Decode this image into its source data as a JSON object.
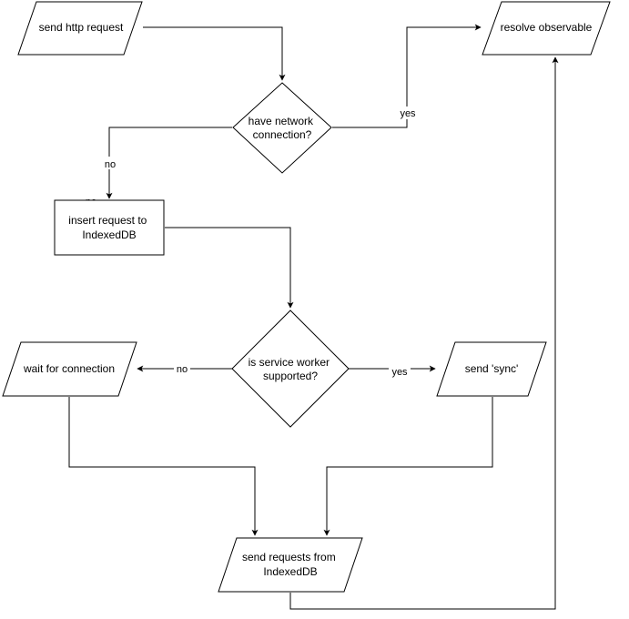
{
  "diagram": {
    "nodes": {
      "send_http_request": {
        "lines": [
          "send http request"
        ]
      },
      "resolve_observable": {
        "lines": [
          "resolve observable"
        ]
      },
      "have_network_connection": {
        "lines": [
          "have network",
          "connection?"
        ]
      },
      "insert_request": {
        "lines": [
          "insert request to",
          "IndexedDB"
        ]
      },
      "service_worker_supported": {
        "lines": [
          "is service worker",
          "supported?"
        ]
      },
      "wait_for_connection": {
        "lines": [
          "wait for connection"
        ]
      },
      "send_sync": {
        "lines": [
          "send 'sync'"
        ]
      },
      "send_requests_from_indexeddb": {
        "lines": [
          "send requests from",
          "IndexedDB"
        ]
      }
    },
    "edges": {
      "network_yes": "yes",
      "network_no": "no",
      "network_no_overlap": "no",
      "sw_no": "no",
      "sw_yes": "yes"
    }
  }
}
